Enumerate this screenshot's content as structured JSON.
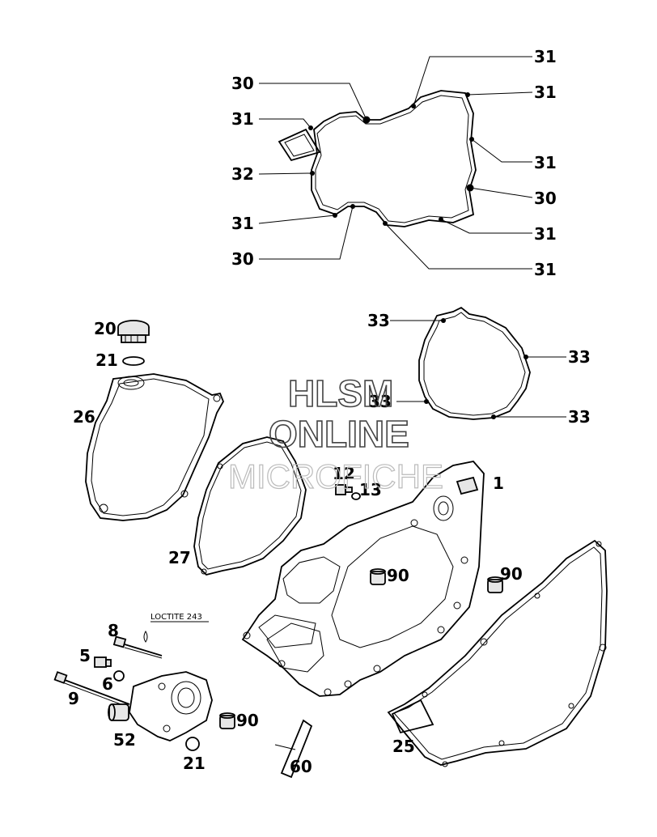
{
  "callouts": {
    "c1": "31",
    "c2": "30",
    "c3": "31",
    "c4": "31",
    "c5": "32",
    "c6": "31",
    "c7": "30",
    "c8": "31",
    "c9": "30",
    "c10": "31",
    "c11": "31",
    "c12": "33",
    "c13": "33",
    "c14": "33",
    "c15": "33",
    "c16": "20",
    "c17": "21",
    "c18": "26",
    "c19": "27",
    "c20": "12",
    "c21": "13",
    "c22": "1",
    "c23": "90",
    "c24": "90",
    "c25": "8",
    "c26": "5",
    "c27": "6",
    "c28": "9",
    "c29": "52",
    "c30": "21",
    "c31": "90",
    "c32": "60",
    "c33": "25"
  },
  "loctite": "LOCTITE 243",
  "watermark": {
    "line1": "HLSM",
    "line2": "ONLINE",
    "line3": "MICROFICHE"
  }
}
